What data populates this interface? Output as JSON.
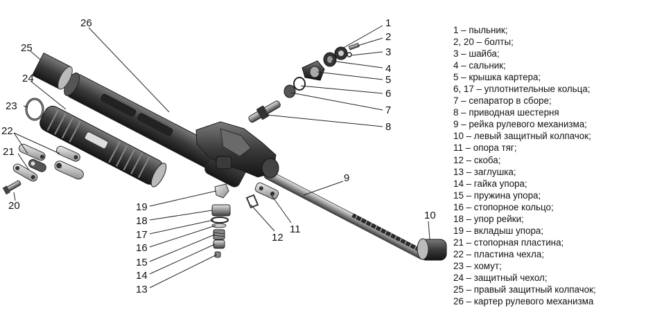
{
  "callouts": [
    {
      "id": "c1",
      "text": "1"
    },
    {
      "id": "c2",
      "text": "2"
    },
    {
      "id": "c3",
      "text": "3"
    },
    {
      "id": "c4",
      "text": "4"
    },
    {
      "id": "c5",
      "text": "5"
    },
    {
      "id": "c6",
      "text": "6"
    },
    {
      "id": "c7",
      "text": "7"
    },
    {
      "id": "c8",
      "text": "8"
    },
    {
      "id": "c9",
      "text": "9"
    },
    {
      "id": "c10",
      "text": "10"
    },
    {
      "id": "c11",
      "text": "11"
    },
    {
      "id": "c12",
      "text": "12"
    },
    {
      "id": "c13",
      "text": "13"
    },
    {
      "id": "c14",
      "text": "14"
    },
    {
      "id": "c15",
      "text": "15"
    },
    {
      "id": "c16",
      "text": "16"
    },
    {
      "id": "c17",
      "text": "17"
    },
    {
      "id": "c18",
      "text": "18"
    },
    {
      "id": "c19",
      "text": "19"
    },
    {
      "id": "c20",
      "text": "20"
    },
    {
      "id": "c21",
      "text": "21"
    },
    {
      "id": "c22",
      "text": "22"
    },
    {
      "id": "c23",
      "text": "23"
    },
    {
      "id": "c24",
      "text": "24"
    },
    {
      "id": "c25",
      "text": "25"
    },
    {
      "id": "c26",
      "text": "26"
    }
  ],
  "legend": [
    "1 – пыльник;",
    "2, 20 – болты;",
    "3 – шайба;",
    "4 – сальник;",
    "5 – крышка картера;",
    "6, 17 – уплотнительные кольца;",
    "7 – сепаратор в сборе;",
    "8 – приводная шестерня",
    "9 – рейка рулевого механизма;",
    "10 – левый защитный колпачок;",
    "11 – опора тяг;",
    "12 – скоба;",
    "13 – заглушка;",
    "14 – гайка упора;",
    "15 – пружина упора;",
    "16 – стопорное кольцо;",
    "18 – упор рейки;",
    "19 – вкладыш упора;",
    "21 – стопорная пластина;",
    "22 – пластина чехла;",
    "23 – хомут;",
    "24 – защитный чехол;",
    "25 – правый защитный колпачок;",
    "26 – картер рулевого механизма"
  ]
}
